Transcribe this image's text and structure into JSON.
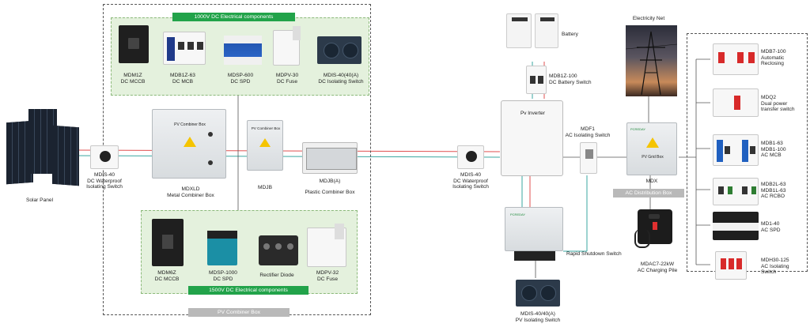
{
  "groups": {
    "dc1000": "1000V DC Electrical components",
    "dc1500": "1500V DC Electrical components",
    "pv_combiner_box": "PV Combiner Box",
    "ac_distribution_box": "AC Distribution Box"
  },
  "top_components": [
    {
      "model": "MDM1Z",
      "desc": "DC MCCB"
    },
    {
      "model": "MDB1Z-63",
      "desc": "DC MCB"
    },
    {
      "model": "MDSP-600",
      "desc": "DC SPD"
    },
    {
      "model": "MDPV-30",
      "desc": "DC Fuse"
    },
    {
      "model": "MDIS-40(40(A)",
      "desc": "DC Isolating Switch"
    }
  ],
  "bottom_components": [
    {
      "model": "MDM6Z",
      "desc": "DC MCCB"
    },
    {
      "model": "MDSP-1000",
      "desc": "DC SPD"
    },
    {
      "model": "Rectifier Diode",
      "desc": ""
    },
    {
      "model": "MDPV-32",
      "desc": "DC Fuse"
    }
  ],
  "main_chain": {
    "solar_panel": "Solar Panel",
    "mdis_left": [
      "MDIS-40",
      "DC Waterproof",
      "Isolating Switch"
    ],
    "metal_box_tag": "PV Combiner Box",
    "metal_box": [
      "MDXLD",
      "Metal Combiner Box"
    ],
    "mdjb_tag": "PV Combiner Box",
    "mdjb": "MDJB",
    "plastic_box": [
      "MDJB(A)",
      "Plastic Combiner Box"
    ],
    "mdis_mid": [
      "MDIS-40",
      "DC Waterproof",
      "Isolating Switch"
    ],
    "battery": "Battery",
    "battery_switch": [
      "MDB1Z-100",
      "DC Battery Switch"
    ],
    "inverter": "Pv Inverter",
    "mdf1": [
      "MDF1",
      "AC Isolating Switch"
    ],
    "electricity_net": "Electricity Net",
    "grid_box_brand": "PCREDAY",
    "grid_box": "PV Grid Box",
    "mdx": "MDX",
    "rsd_brand": "PCREDAY",
    "rapid_shutdown": "Rapid Shutdown Switch",
    "mdis_bottom": [
      "MDIS-40/40(A)",
      "PV Isolating Switch"
    ],
    "charging_pile": [
      "MDAC7-22kW",
      "AC Charging Pile"
    ]
  },
  "ac_components": [
    {
      "lines": [
        "MDB7-100",
        "Automatic",
        "Reclosing"
      ]
    },
    {
      "lines": [
        "MDQ2",
        "Dual power",
        "transfer switch"
      ]
    },
    {
      "lines": [
        "MDB1-63",
        "MDB1-100",
        "AC MCB"
      ]
    },
    {
      "lines": [
        "MDB2L-63",
        "MDB1L-63",
        "AC RCBO"
      ]
    },
    {
      "lines": [
        "MD1-40",
        "AC SPD"
      ]
    },
    {
      "lines": [
        "MDH30-125",
        "AC Isolating",
        "Switch"
      ]
    }
  ],
  "colors": {
    "green": "#22a34a",
    "dc_line_red": "#e05050",
    "ac_line_teal": "#3aa7a0",
    "warning": "#f5c400"
  }
}
